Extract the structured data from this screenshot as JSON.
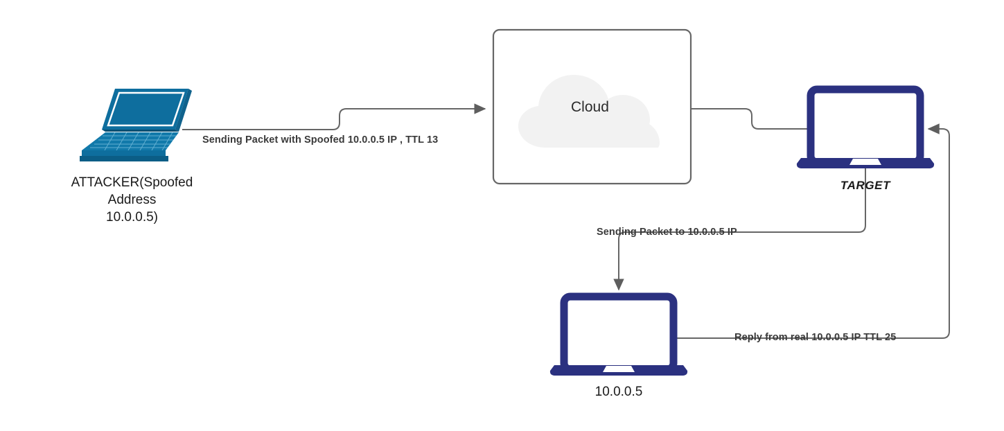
{
  "diagram": {
    "title": "IP Spoofing TTL Network Diagram",
    "background": "#ffffff",
    "line_color": "#666666",
    "label_color": "#3a3a3a",
    "nodes": [
      {
        "id": "attacker",
        "icon": "laptop-isometric-icon",
        "color": "#0e6e9e",
        "label": "ATTACKER(Spoofed\nAddress\n10.0.0.5)"
      },
      {
        "id": "cloud",
        "icon": "cloud-icon",
        "color": "#f2f2f2",
        "border": "#666666",
        "label": "Cloud"
      },
      {
        "id": "target",
        "icon": "laptop-front-icon",
        "color": "#2b3180",
        "label": "TARGET"
      },
      {
        "id": "victim",
        "icon": "laptop-front-icon",
        "color": "#2b3180",
        "label": "10.0.0.5"
      }
    ],
    "edges": [
      {
        "id": "attacker-to-cloud",
        "from": "attacker",
        "to": "cloud",
        "label": "Sending Packet with Spoofed 10.0.0.5 IP , TTL 13",
        "arrow": true
      },
      {
        "id": "cloud-to-target",
        "from": "cloud",
        "to": "target",
        "label": "",
        "arrow": false
      },
      {
        "id": "target-to-victim",
        "from": "target",
        "to": "victim",
        "label": "Sending Packet to 10.0.0.5 IP",
        "arrow": true
      },
      {
        "id": "victim-to-target",
        "from": "victim",
        "to": "target",
        "label": "Reply from real 10.0.0.5 IP TTL 25",
        "arrow": true
      }
    ]
  }
}
